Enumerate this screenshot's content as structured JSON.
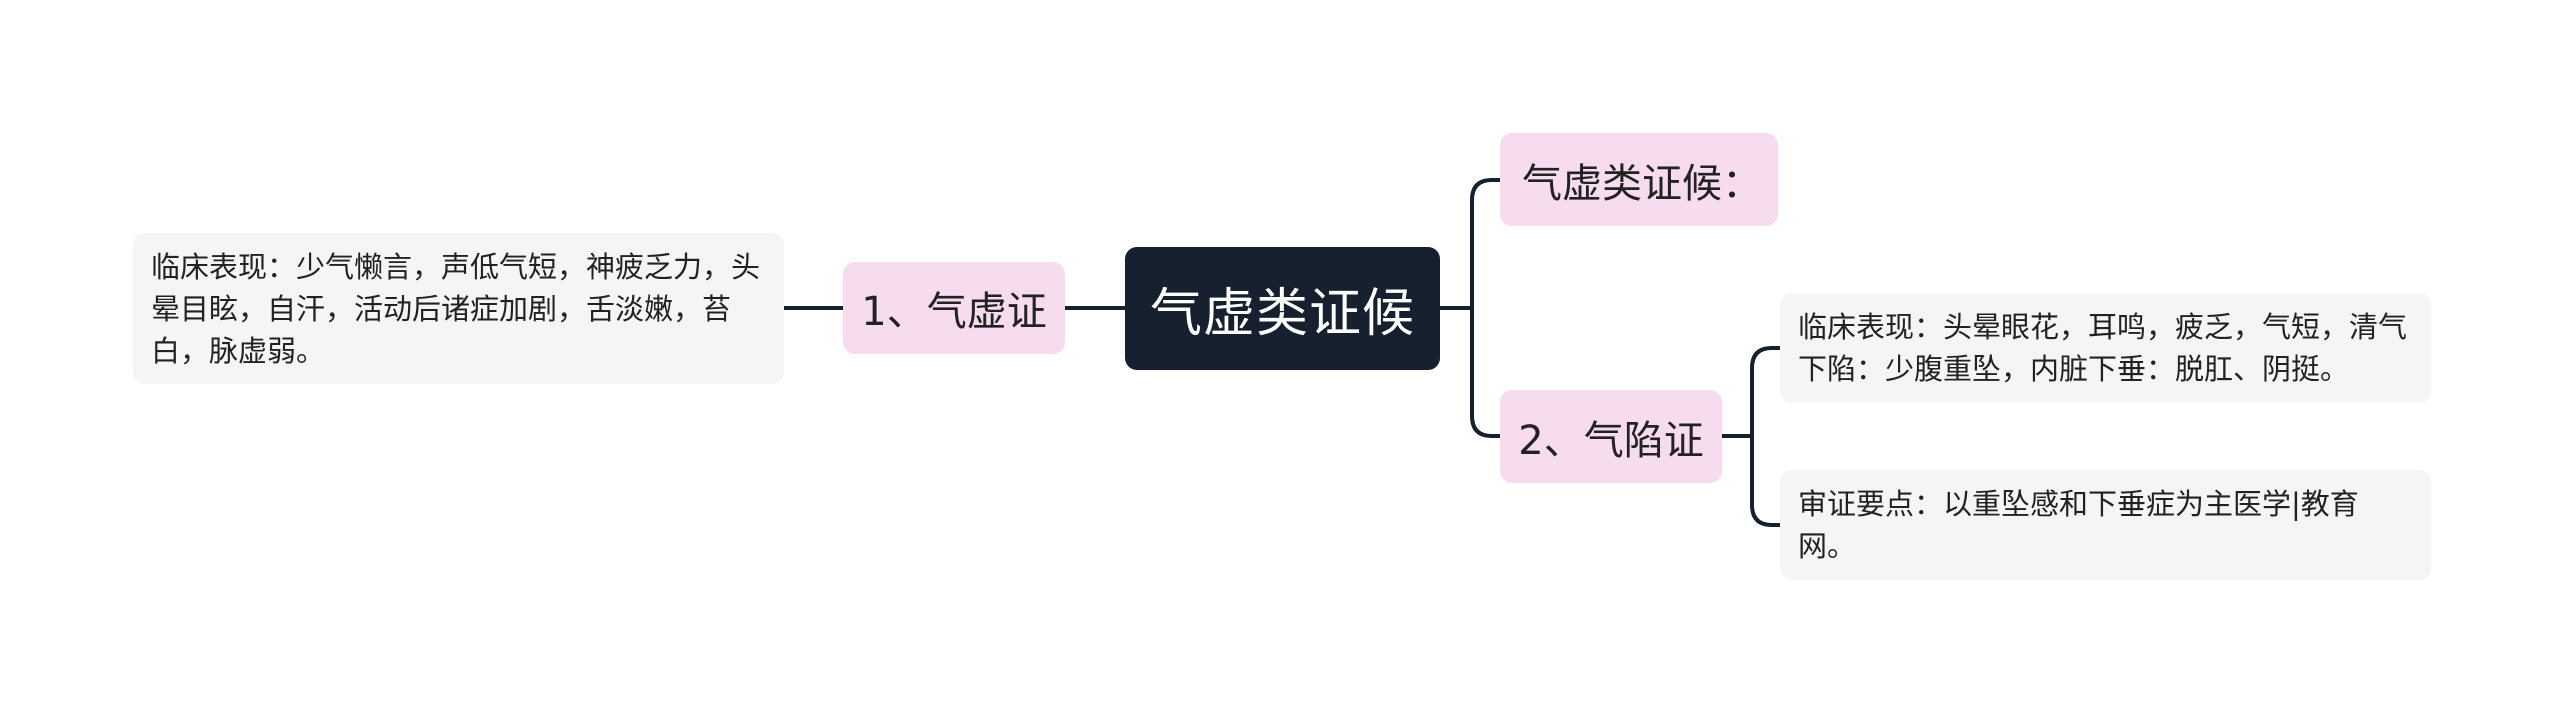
{
  "root": {
    "label": "气虚类证候"
  },
  "left_branch": {
    "label": "1、气虚证",
    "leaf": "临床表现：少气懒言，声低气短，神疲乏力，头晕目眩，自汗，活动后诸症加剧，舌淡嫩，苔白，脉虚弱。"
  },
  "right_top": {
    "label": "气虚类证候："
  },
  "right_branch": {
    "label": "2、气陷证",
    "leaves": [
      "临床表现：头晕眼花，耳鸣，疲乏，气短，清气下陷：少腹重坠，内脏下垂：脱肛、阴挺。",
      "审证要点：以重坠感和下垂症为主医学|教育网。"
    ]
  },
  "colors": {
    "root_bg": "#17202e",
    "branch_bg": "#f7dbef",
    "leaf_bg": "#f5f5f5",
    "line": "#17202e"
  }
}
